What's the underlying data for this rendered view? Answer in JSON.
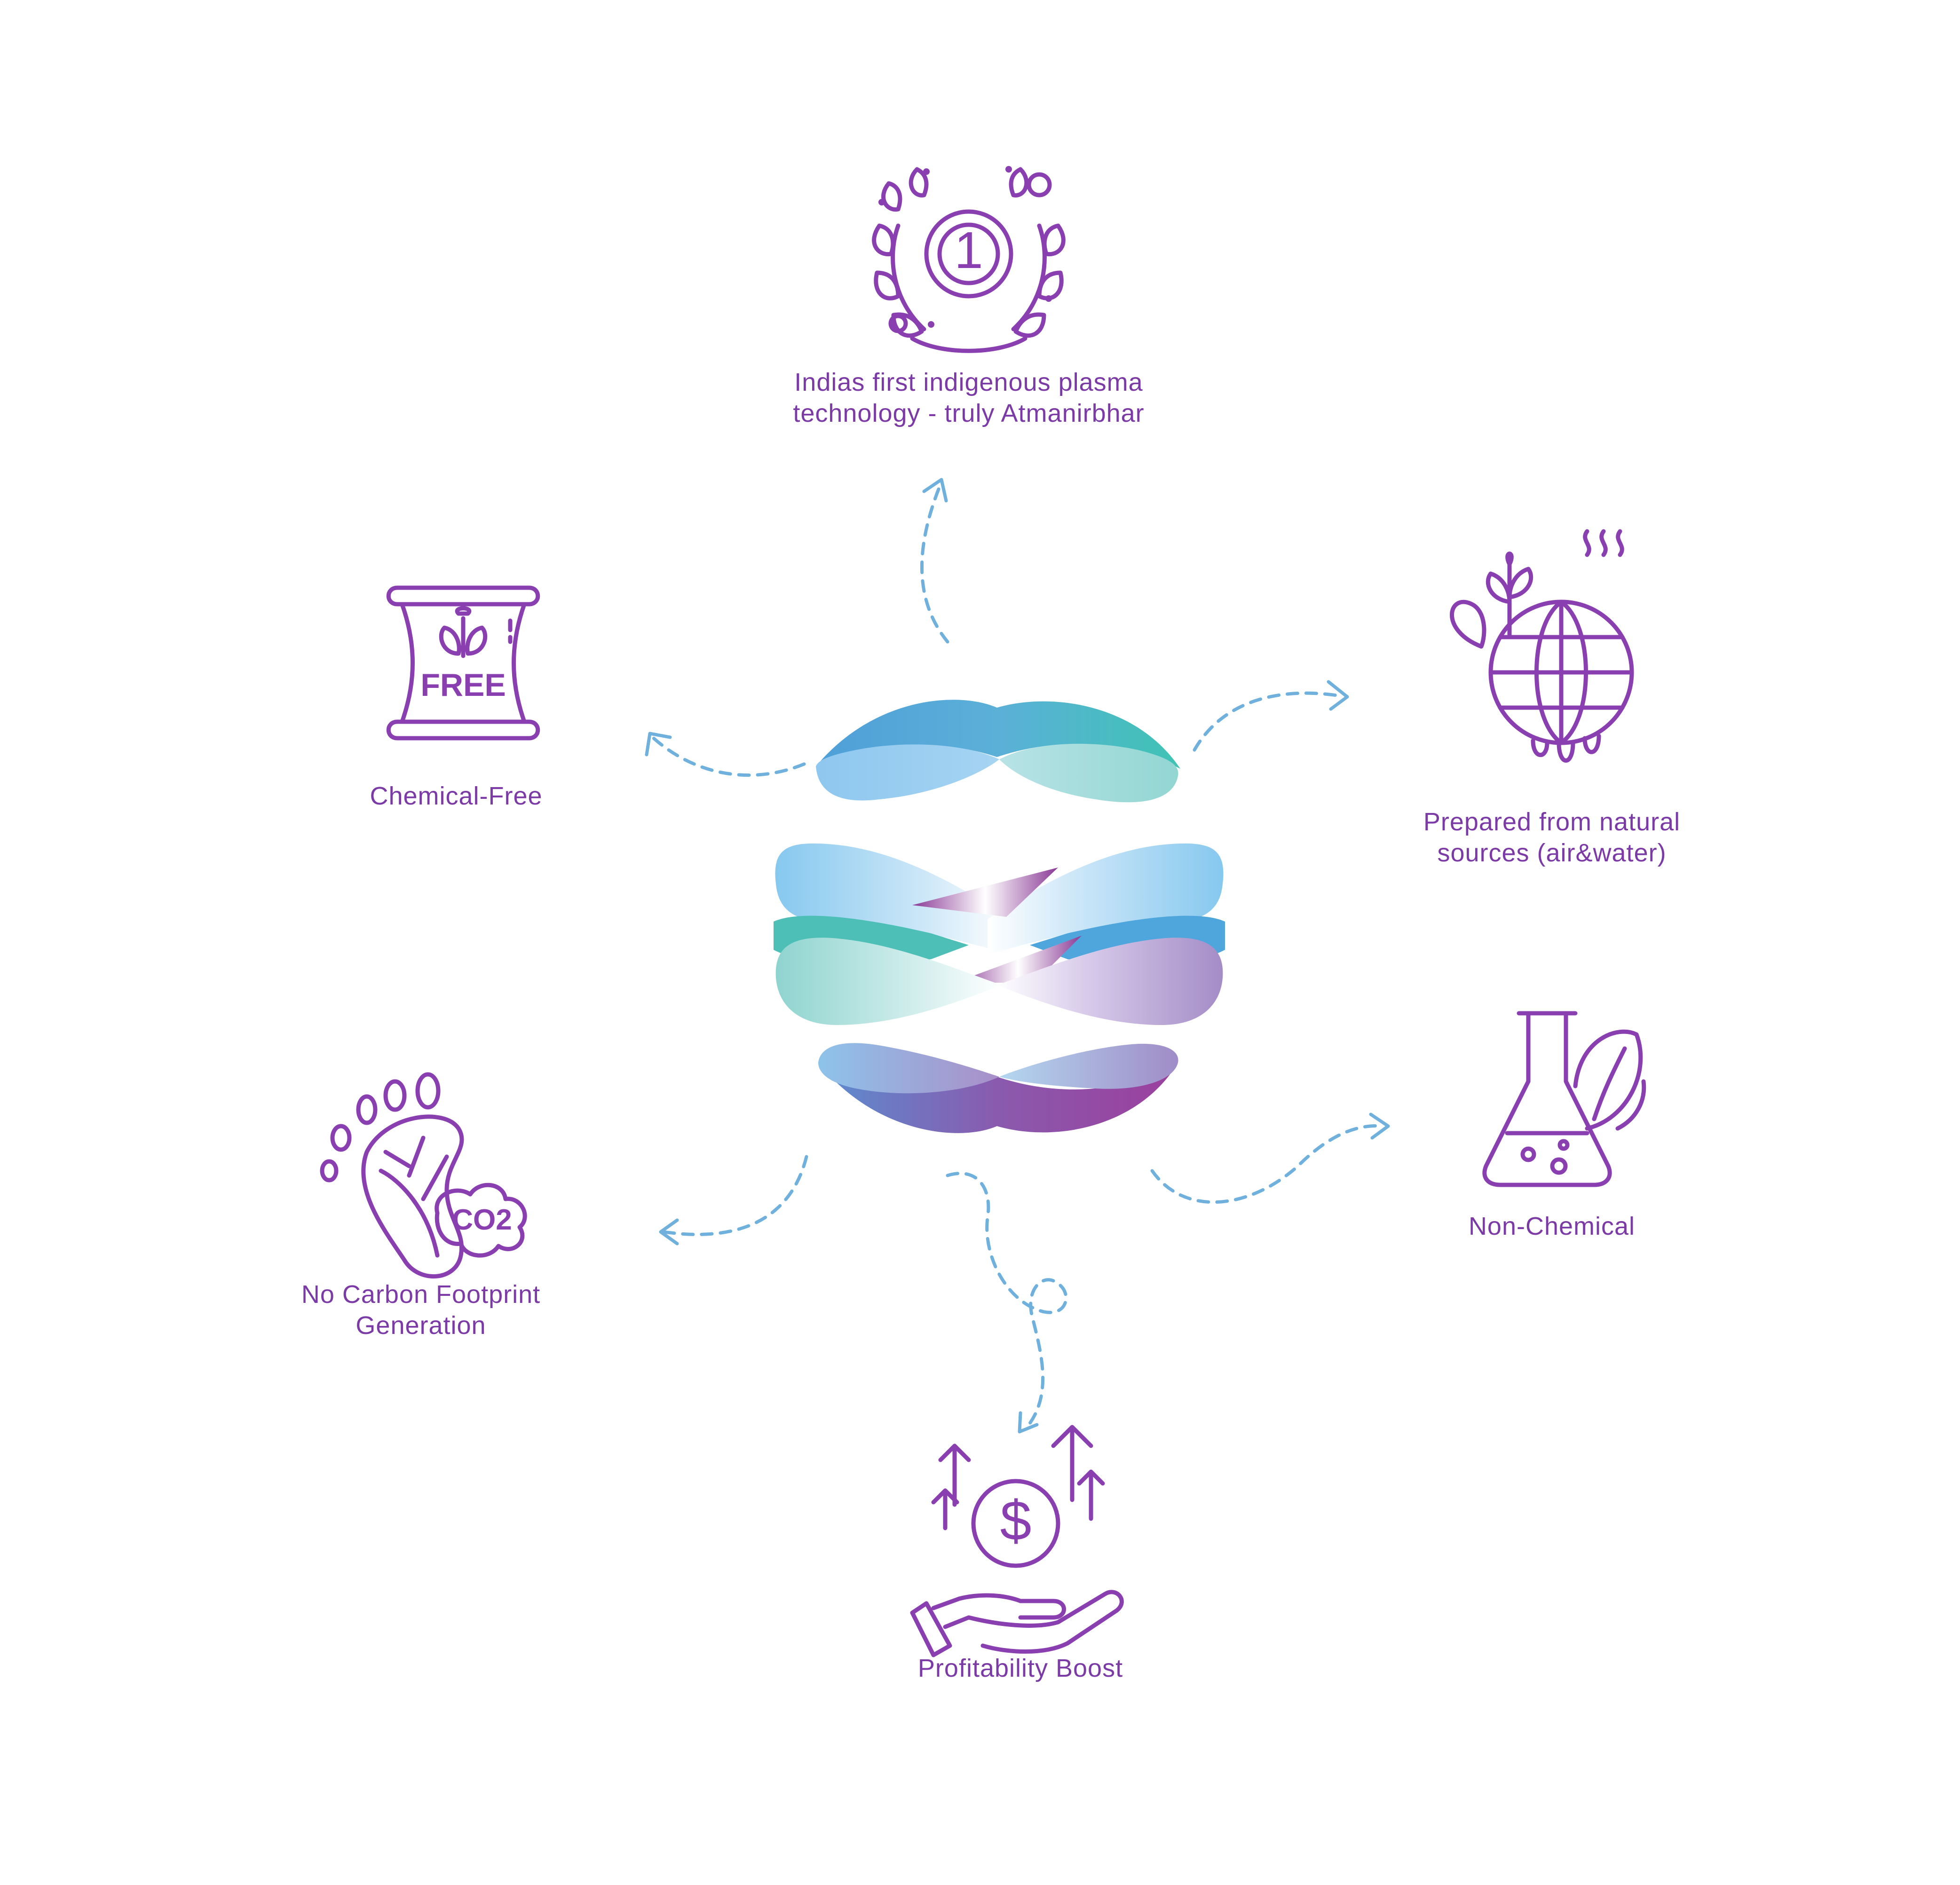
{
  "features": {
    "top": {
      "line1": "Indias first indigenous plasma",
      "line2": "technology - truly Atmanirbhar"
    },
    "chemical_free": {
      "line1": "Chemical-Free",
      "badge": "FREE"
    },
    "natural_sources": {
      "line1": "Prepared from natural",
      "line2": "sources (air&water)"
    },
    "non_chemical": {
      "line1": "Non-Chemical"
    },
    "carbon": {
      "line1": "No Carbon Footprint",
      "line2": "Generation",
      "co2": "CO2"
    },
    "profit": {
      "line1": "Profitability Boost"
    }
  },
  "medal": {
    "rank": "1"
  },
  "colors": {
    "text": "#7b3aa6",
    "icon": "#8a3fb0",
    "arrow": "#6fb0dd",
    "teal": "#45c2b8",
    "blue": "#5aa8dc",
    "purple": "#9b4aa0"
  }
}
